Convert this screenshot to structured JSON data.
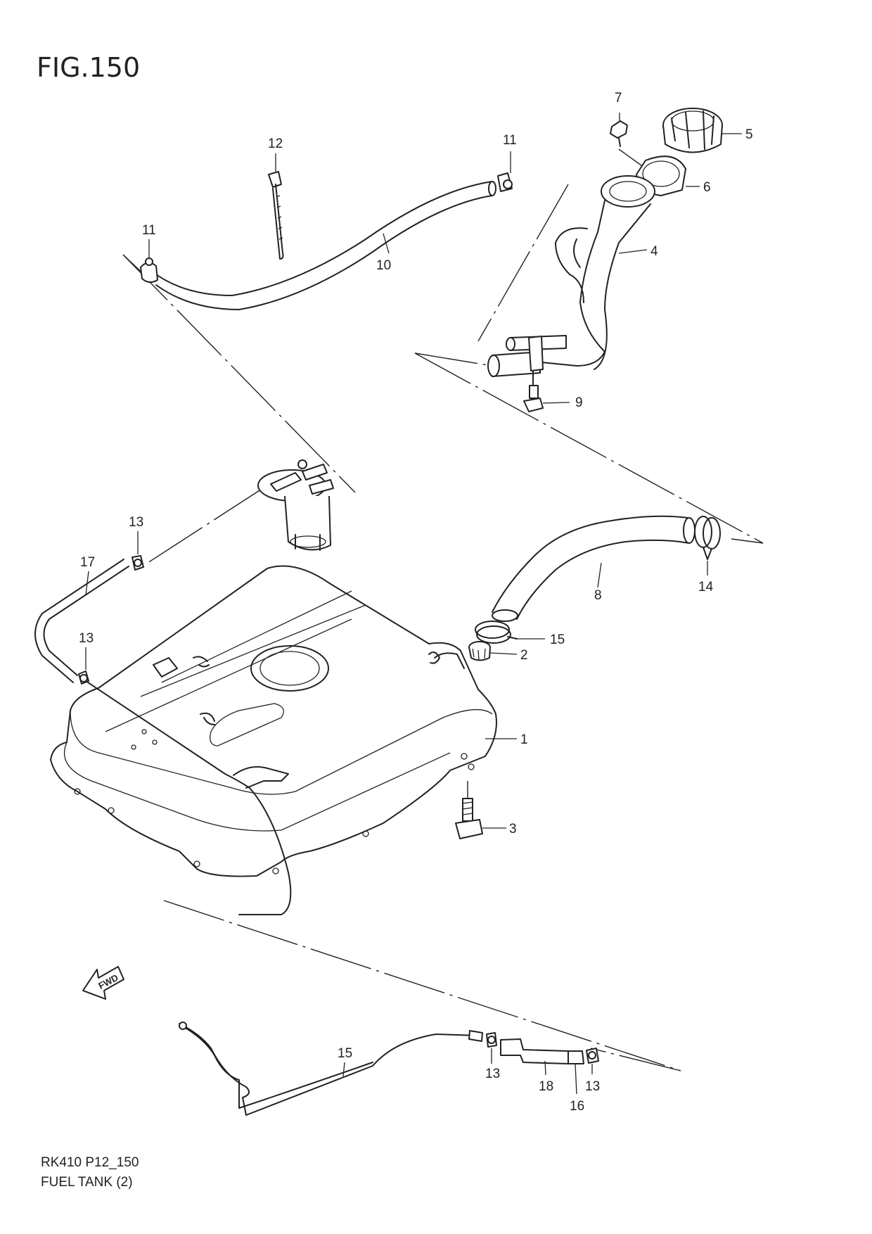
{
  "figure": {
    "title": "FIG.150",
    "code": "RK410 P12_150",
    "name": "FUEL TANK (2)"
  },
  "fwd_badge": "FWD",
  "callouts": [
    {
      "id": "c5",
      "label": "5"
    },
    {
      "id": "c7",
      "label": "7"
    },
    {
      "id": "c6",
      "label": "6"
    },
    {
      "id": "c4",
      "label": "4"
    },
    {
      "id": "c11a",
      "label": "11"
    },
    {
      "id": "c11b",
      "label": "11"
    },
    {
      "id": "c12",
      "label": "12"
    },
    {
      "id": "c10",
      "label": "10"
    },
    {
      "id": "c9",
      "label": "9"
    },
    {
      "id": "c13a",
      "label": "13"
    },
    {
      "id": "c17",
      "label": "17"
    },
    {
      "id": "c13b",
      "label": "13"
    },
    {
      "id": "c8",
      "label": "8"
    },
    {
      "id": "c14",
      "label": "14"
    },
    {
      "id": "c15a",
      "label": "15"
    },
    {
      "id": "c2",
      "label": "2"
    },
    {
      "id": "c1",
      "label": "1"
    },
    {
      "id": "c3",
      "label": "3"
    },
    {
      "id": "c15b",
      "label": "15"
    },
    {
      "id": "c13c",
      "label": "13"
    },
    {
      "id": "c18",
      "label": "18"
    },
    {
      "id": "c13d",
      "label": "13"
    },
    {
      "id": "c16",
      "label": "16"
    }
  ]
}
